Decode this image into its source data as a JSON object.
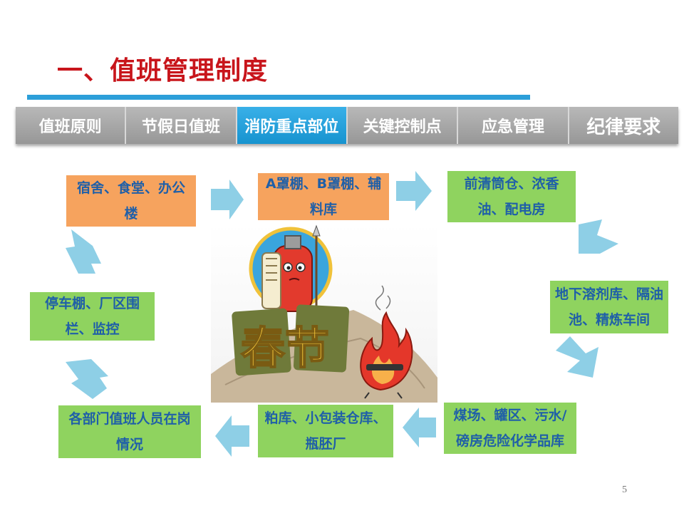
{
  "slide": {
    "title": "一、值班管理制度",
    "page_number": "5"
  },
  "tabs": [
    {
      "label": "值班原则",
      "active": false
    },
    {
      "label": "节假日值班",
      "active": false
    },
    {
      "label": "消防重点部位",
      "active": true
    },
    {
      "label": "关键控制点",
      "active": false
    },
    {
      "label": "应急管理",
      "active": false
    },
    {
      "label": "纪律要求",
      "active": false
    }
  ],
  "boxes": {
    "b1": "宿舍、食堂、办公楼",
    "b2": "A罩棚、B罩棚、辅料库",
    "b3": "前清筒仓、浓香油、配电房",
    "b4": "地下溶剂库、隔油池、精炼车间",
    "b5": "煤场、罐区、污水/磅房危险化学品库",
    "b6": "粕库、小包装仓库、瓶胚厂",
    "b7": "各部门值班人员在岗情况",
    "b8": "停车棚、厂区围栏、监控"
  },
  "illustration": {
    "text": "春节"
  },
  "colors": {
    "title": "#c8151b",
    "accent_bar": "#2c9fd9",
    "tab_active": "#1f9bd7",
    "orange_box": "#f6a35e",
    "green_box": "#8fd35f",
    "box_text": "#1f5fa8",
    "arrow": "#8ecfe6"
  }
}
